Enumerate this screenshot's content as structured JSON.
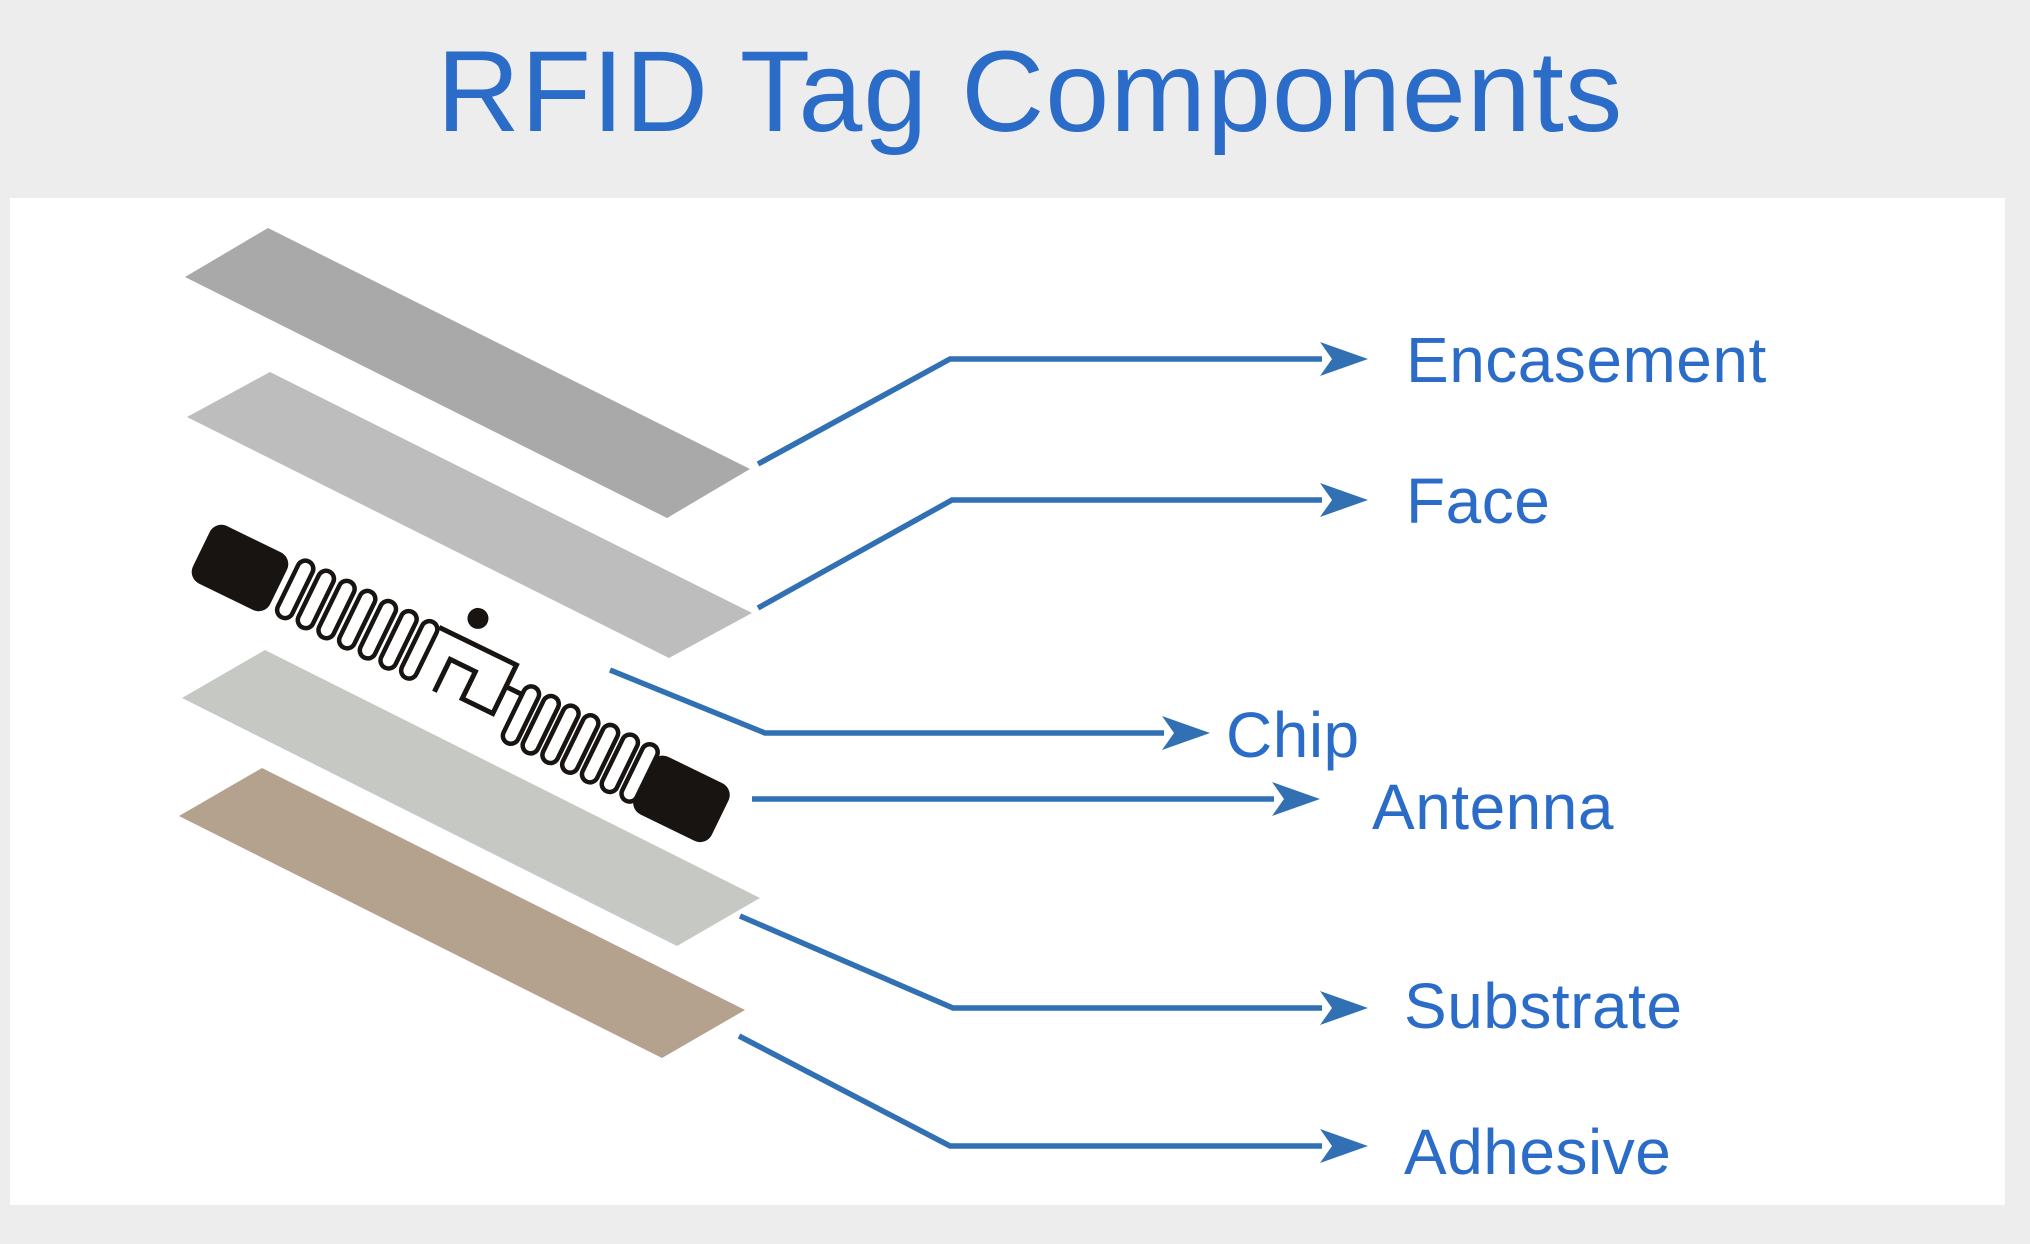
{
  "title": "RFID Tag Components",
  "diagram": {
    "layers": [
      {
        "id": "encasement",
        "label": "Encasement",
        "color": "#a9a9a9"
      },
      {
        "id": "face",
        "label": "Face",
        "color": "#bdbdbd"
      },
      {
        "id": "chip",
        "label": "Chip",
        "color": "#171412"
      },
      {
        "id": "antenna",
        "label": "Antenna",
        "color": "#171412"
      },
      {
        "id": "substrate",
        "label": "Substrate",
        "color": "#c6c8c4"
      },
      {
        "id": "adhesive",
        "label": "Adhesive",
        "color": "#b5a28e"
      }
    ]
  },
  "colors": {
    "page_bg": "#ededed",
    "panel_bg": "#ffffff",
    "title_text": "#2b6cc8",
    "label_text": "#2b6cc8",
    "leader": "#3170b2",
    "ink": "#171412"
  }
}
